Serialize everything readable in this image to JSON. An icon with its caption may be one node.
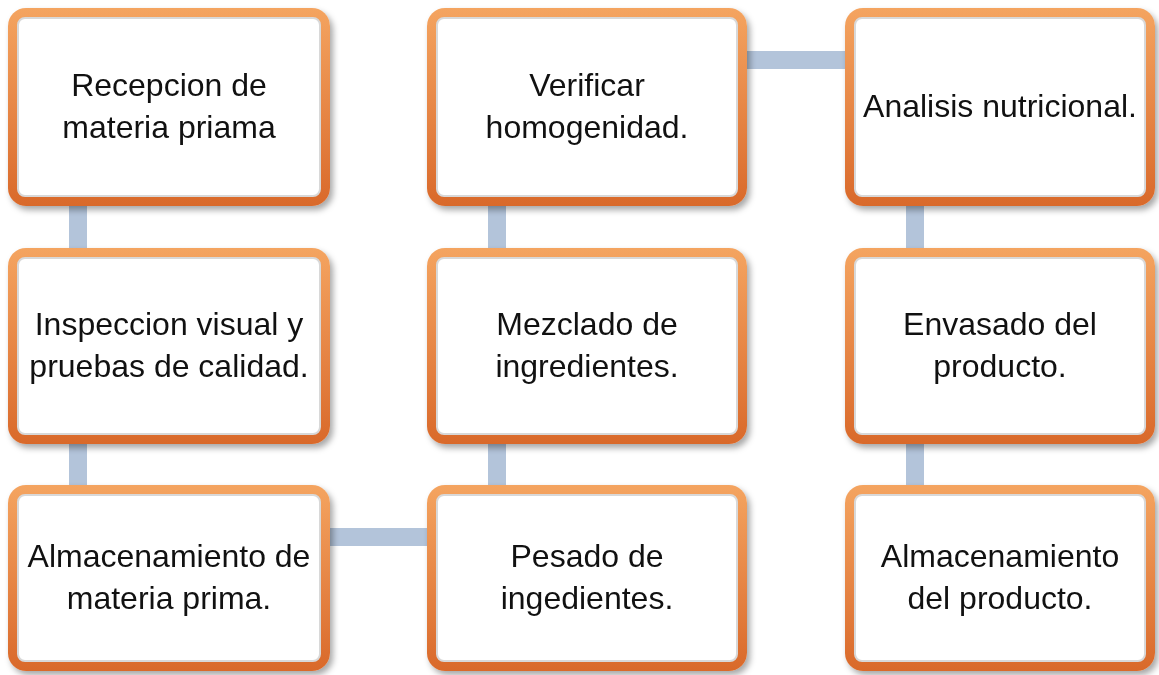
{
  "diagram": {
    "nodes": [
      {
        "text": [
          "Recepcion de materia priama"
        ]
      },
      {
        "text": [
          "Inspeccion visual y pruebas de calidad."
        ]
      },
      {
        "text": [
          "Almacenamiento de materia prima."
        ]
      },
      {
        "text": [
          "Pesado de ingedientes."
        ]
      },
      {
        "text": [
          "Mezclado de ingredientes."
        ]
      },
      {
        "text": [
          "Verificar homogenidad."
        ]
      },
      {
        "text": [
          "Analisis nutricional."
        ]
      },
      {
        "text": [
          "Envasado del producto."
        ]
      },
      {
        "text": [
          "Almacenamiento del producto."
        ]
      }
    ],
    "edges": [
      {
        "from": 0,
        "to": 1,
        "arrow": "none"
      },
      {
        "from": 1,
        "to": 2,
        "arrow": "none"
      },
      {
        "from": 2,
        "to": 3,
        "arrow": "none"
      },
      {
        "from": 3,
        "to": 4,
        "arrow": "none"
      },
      {
        "from": 4,
        "to": 5,
        "arrow": "none"
      },
      {
        "from": 5,
        "to": 6,
        "arrow": "none"
      },
      {
        "from": 6,
        "to": 7,
        "arrow": "none"
      },
      {
        "from": 7,
        "to": 8,
        "arrow": "none"
      }
    ]
  }
}
